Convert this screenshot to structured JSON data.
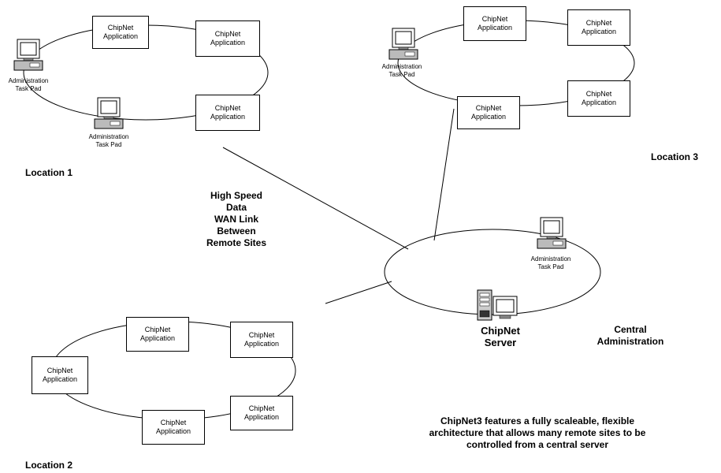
{
  "application_label": "ChipNet\nApplication",
  "admin_label": "Administration\nTask Pad",
  "locations": {
    "loc1": "Location 1",
    "loc2": "Location 2",
    "loc3": "Location 3",
    "central": "Central\nAdministration"
  },
  "wan_label": "High Speed\nData\nWAN Link\nBetween\nRemote Sites",
  "server_label": "ChipNet\nServer",
  "caption": "ChipNet3 features a fully scaleable, flexible\narchitecture that allows many remote sites to be\ncontrolled from a central server"
}
